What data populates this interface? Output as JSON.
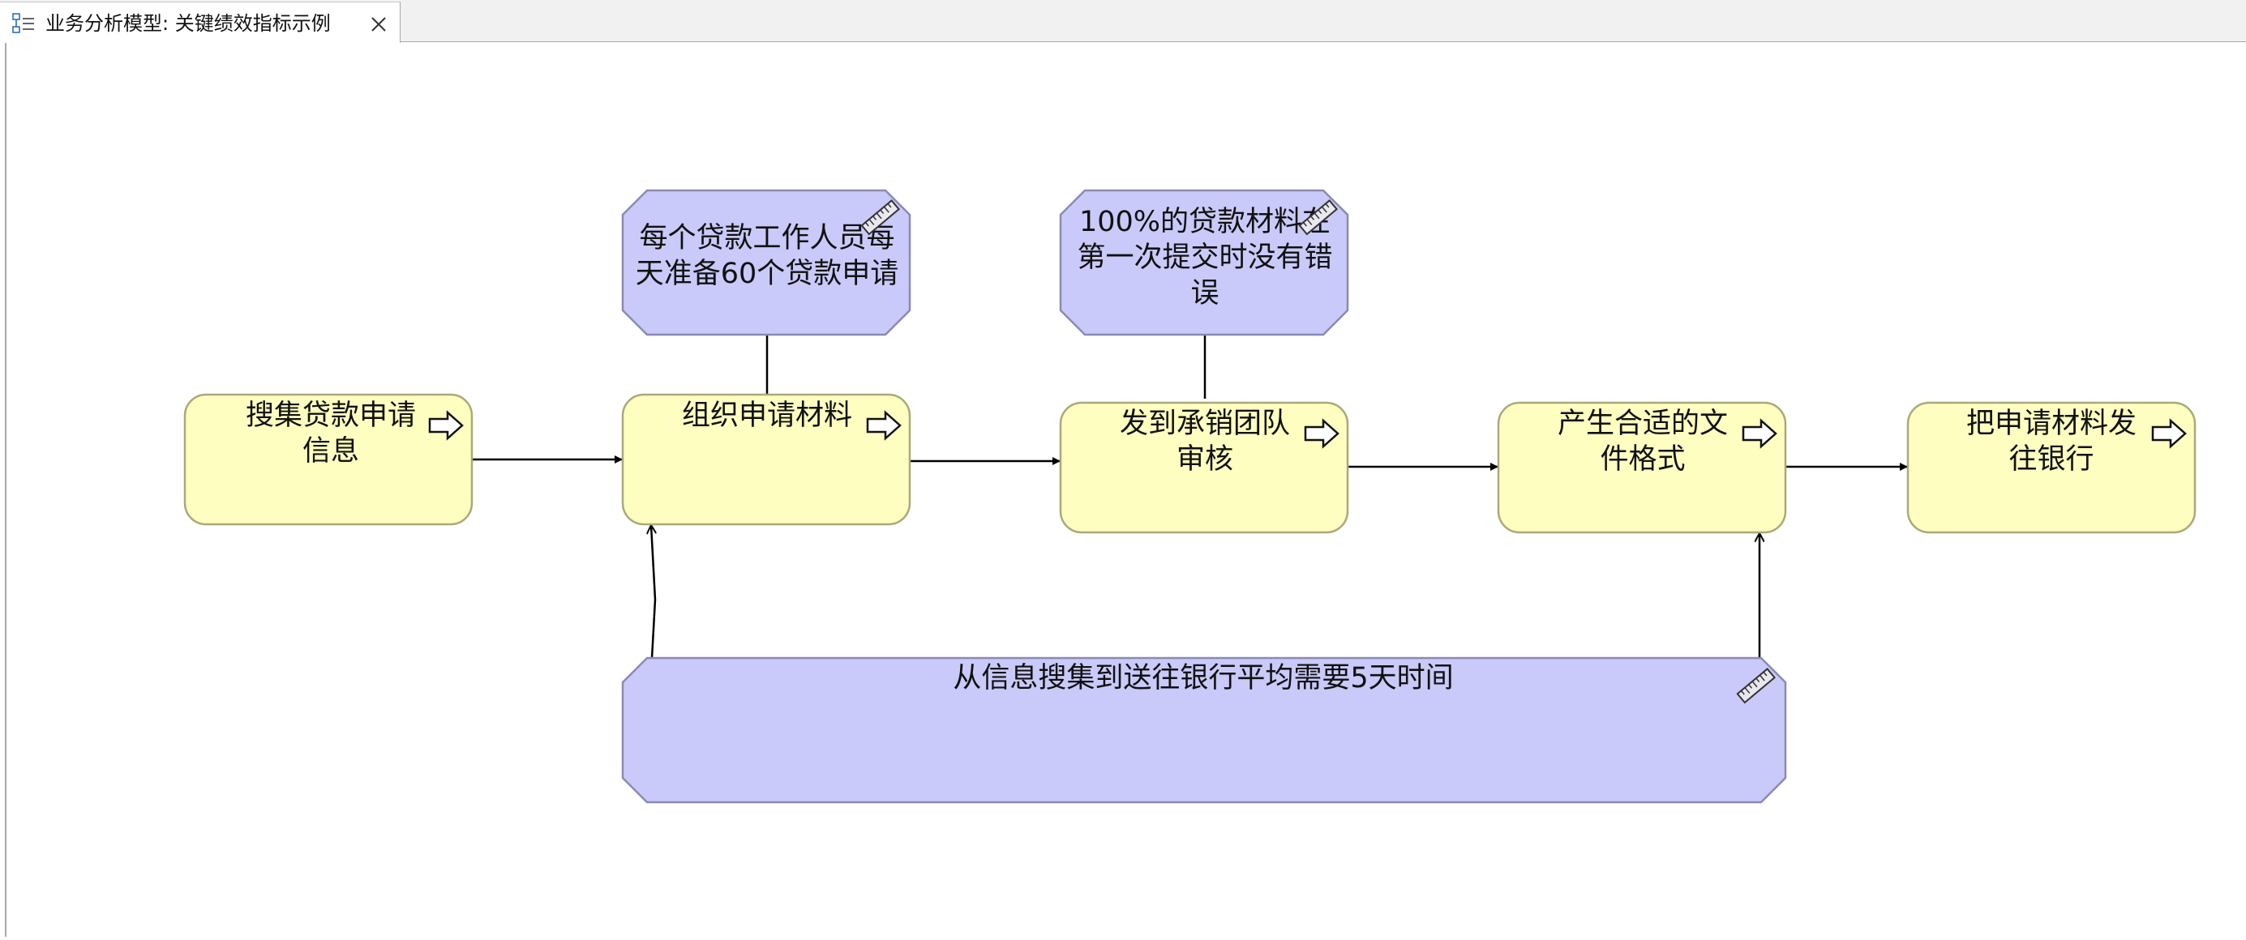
{
  "tab": {
    "title": "业务分析模型: 关键绩效指标示例",
    "icon": "model-tree-icon",
    "close_icon": "close-icon"
  },
  "diagram": {
    "activities": [
      {
        "id": "act-1",
        "lines": [
          "搜集贷款申请",
          "信息"
        ],
        "icon": "process-arrow-icon"
      },
      {
        "id": "act-2",
        "lines": [
          "组织申请材料"
        ],
        "icon": "process-arrow-icon"
      },
      {
        "id": "act-3",
        "lines": [
          "发到承销团队",
          "审核"
        ],
        "icon": "process-arrow-icon"
      },
      {
        "id": "act-4",
        "lines": [
          "产生合适的文",
          "件格式"
        ],
        "icon": "process-arrow-icon"
      },
      {
        "id": "act-5",
        "lines": [
          "把申请材料发",
          "往银行"
        ],
        "icon": "process-arrow-icon"
      }
    ],
    "kpis": [
      {
        "id": "kpi-1",
        "lines": [
          "每个贷款工作人员每",
          "天准备60个贷款申请"
        ],
        "icon": "ruler-icon"
      },
      {
        "id": "kpi-2",
        "lines": [
          "100%的贷款材料在",
          "第一次提交时没有错",
          "误"
        ],
        "icon": "ruler-icon"
      },
      {
        "id": "kpi-3",
        "lines": [
          "从信息搜集到送往银行平均需要5天时间"
        ],
        "icon": "ruler-icon"
      }
    ],
    "colors": {
      "activity_fill": "#fefec0",
      "activity_stroke": "#a9a97a",
      "kpi_fill": "#c9caf9",
      "kpi_stroke": "#8a8ab3",
      "connector": "#000000"
    }
  }
}
